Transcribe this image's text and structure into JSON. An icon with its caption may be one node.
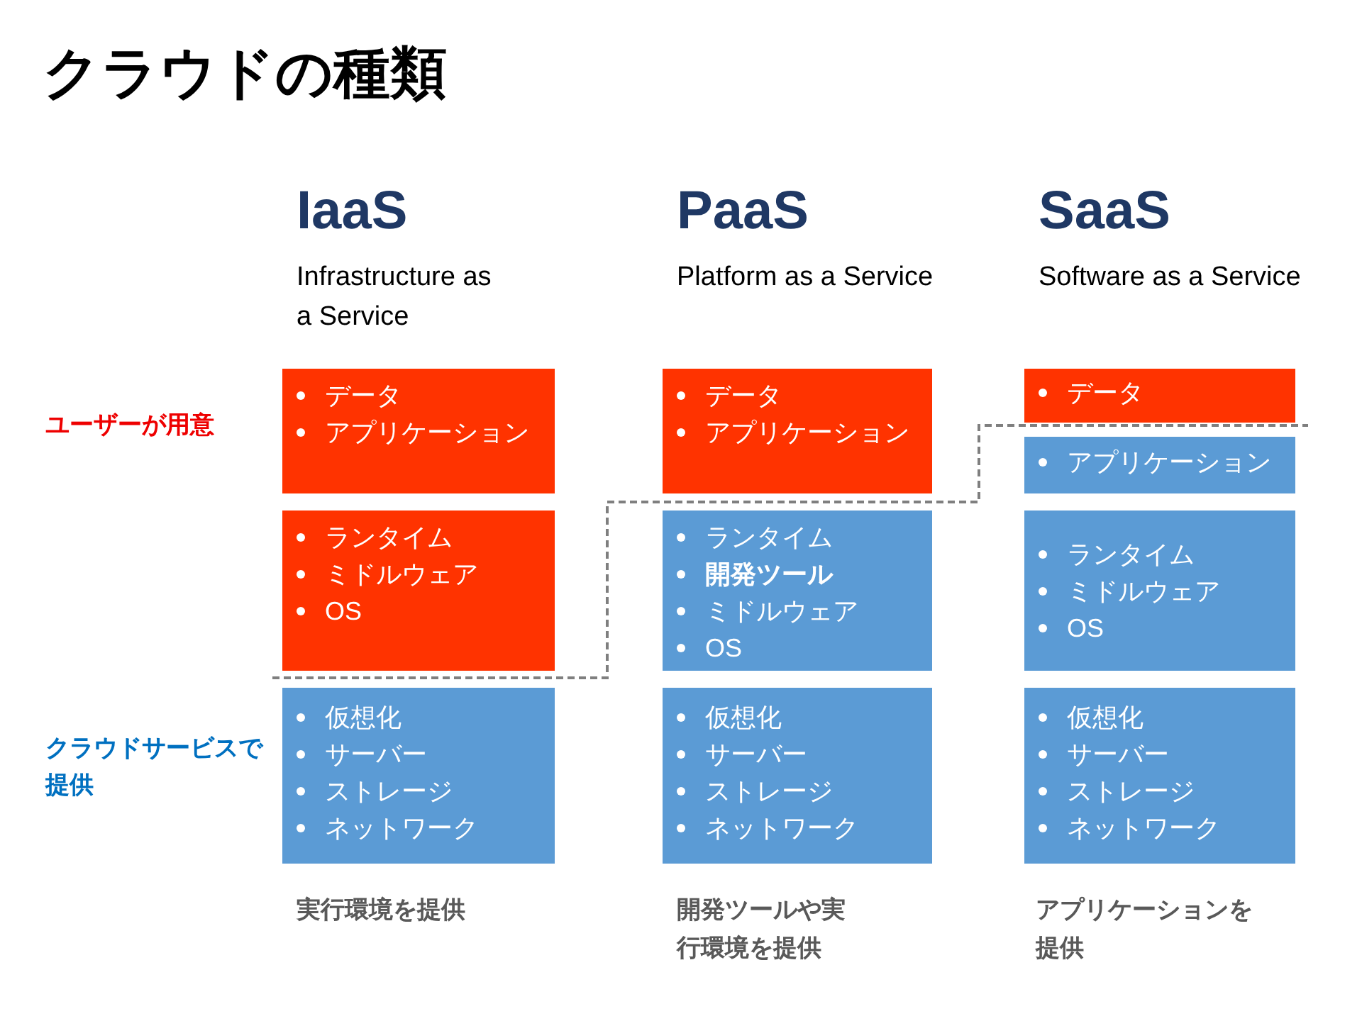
{
  "diagram": {
    "title": "クラウドの種類",
    "nodes": [
      {
        "text": [
          "データ",
          "アプリケーション"
        ]
      },
      {
        "text": [
          "ランタイム",
          "ミドルウェア",
          "OS"
        ]
      },
      {
        "text": [
          "仮想化",
          "サーバー",
          "ストレージ",
          "ネットワーク"
        ]
      },
      {
        "text": [
          "データ",
          "アプリケーション"
        ]
      },
      {
        "text": [
          "ランタイム",
          "**開発ツール**",
          "ミドルウェア",
          "OS"
        ]
      },
      {
        "text": [
          "仮想化",
          "サーバー",
          "ストレージ",
          "ネットワーク"
        ]
      },
      {
        "text": [
          "データ"
        ]
      },
      {
        "text": [
          "アプリケーション"
        ]
      },
      {
        "text": [
          "ランタイム",
          "ミドルウェア",
          "OS"
        ]
      },
      {
        "text": [
          "仮想化",
          "サーバー",
          "ストレージ",
          "ネットワーク"
        ]
      }
    ],
    "labels": [
      "IaaS",
      "Infrastructure as a Service",
      "PaaS",
      "Platform as a Service",
      "SaaS",
      "Software as a Service",
      "ユーザーが用意",
      "クラウドサービスで提供",
      "実行環境を提供",
      "開発ツールや実行環境を提供",
      "アプリケーションを提供"
    ]
  }
}
